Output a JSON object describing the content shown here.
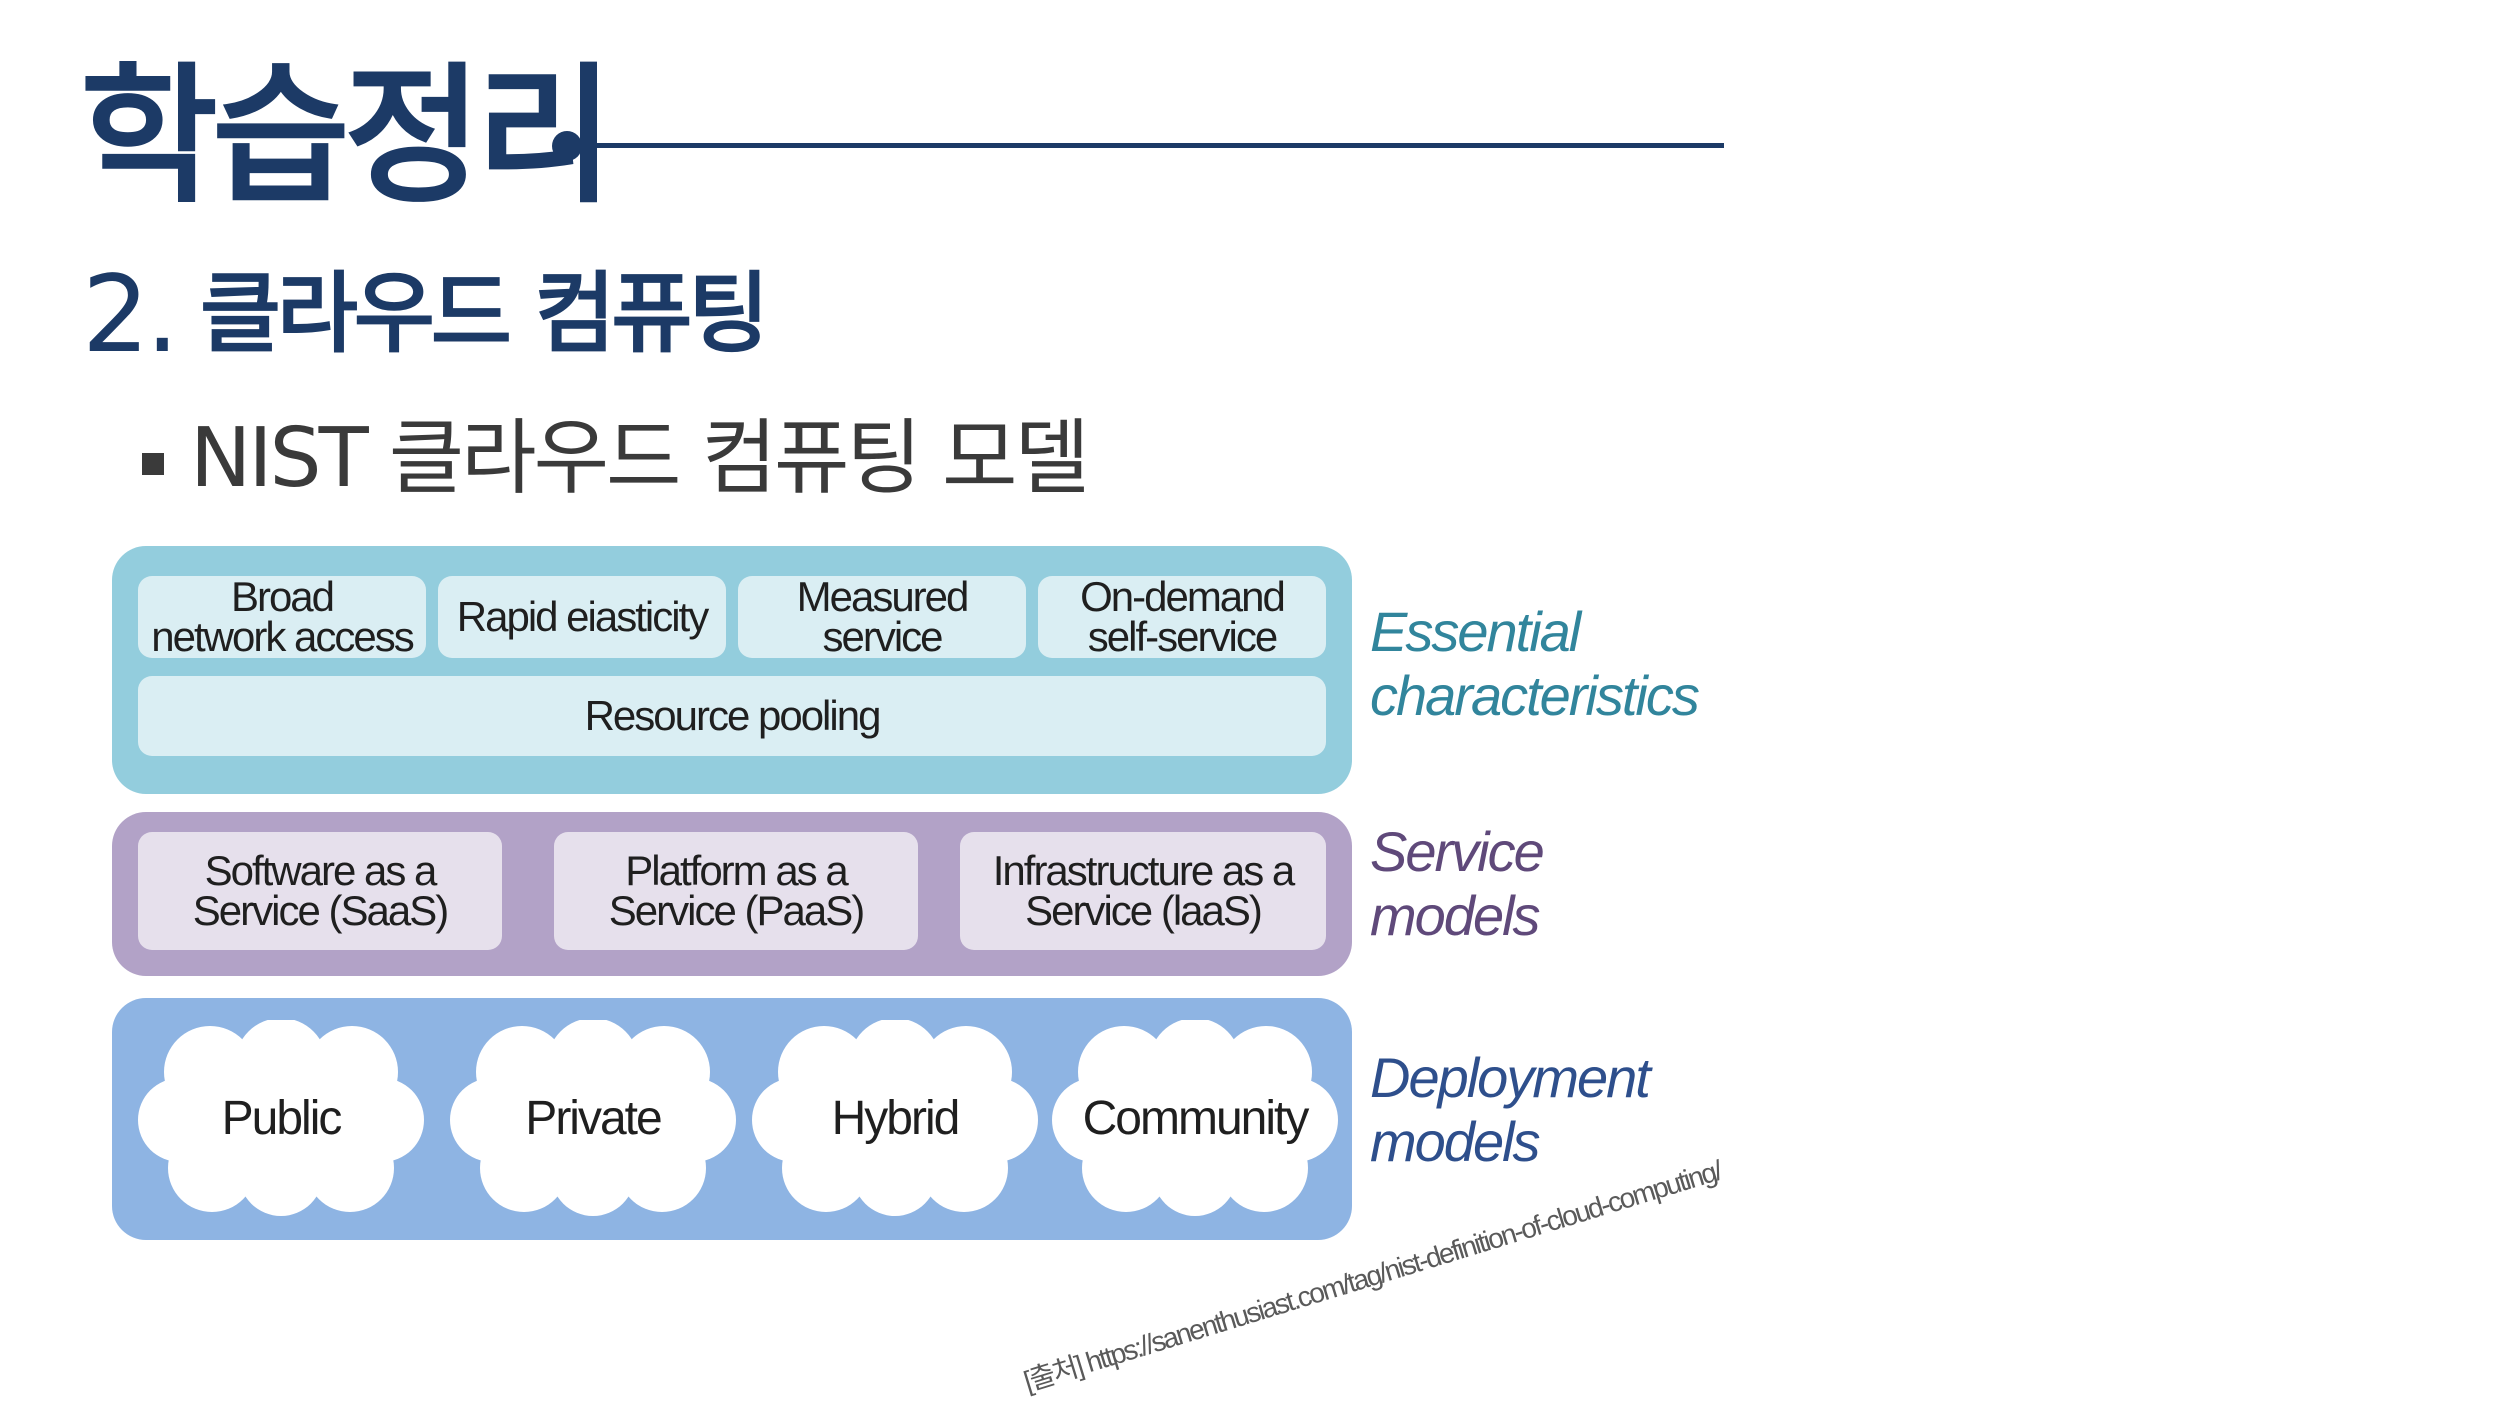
{
  "header": {
    "title": "학습정리",
    "section_number": "2.",
    "section_title": "클라우드 컴퓨팅",
    "bullet": "NIST 클라우드 컴퓨팅 모델"
  },
  "diagram": {
    "essential": {
      "label_line1": "Essential",
      "label_line2": "characteristics",
      "label_color": "#31859c",
      "items": [
        {
          "line1": "Broad",
          "line2": "network access"
        },
        {
          "line1": "Rapid eiasticity",
          "line2": ""
        },
        {
          "line1": "Measured",
          "line2": "service"
        },
        {
          "line1": "On-demand",
          "line2": "self-service"
        }
      ],
      "pooling": "Resource pooling"
    },
    "service": {
      "label_line1": "Service",
      "label_line2": "models",
      "label_color": "#5f497a",
      "items": [
        {
          "line1": "Software as a",
          "line2": "Service (SaaS)"
        },
        {
          "line1": "Platform as a",
          "line2": "Service (PaaS)"
        },
        {
          "line1": "Infrastructure as a",
          "line2": "Service (laaS)"
        }
      ]
    },
    "deployment": {
      "label_line1": "Deployment",
      "label_line2": "models",
      "label_color": "#2e4f8c",
      "items": [
        "Public",
        "Private",
        "Hybrid",
        "Community"
      ]
    }
  },
  "source": "[출처] https://sanenthusiast.com/tag/nist-definition-of-cloud-computing/",
  "colors": {
    "title": "#1c3a66",
    "essential_layer": "#93cddd",
    "service_layer": "#b2a2c7",
    "deployment_layer": "#8eb4e3"
  }
}
